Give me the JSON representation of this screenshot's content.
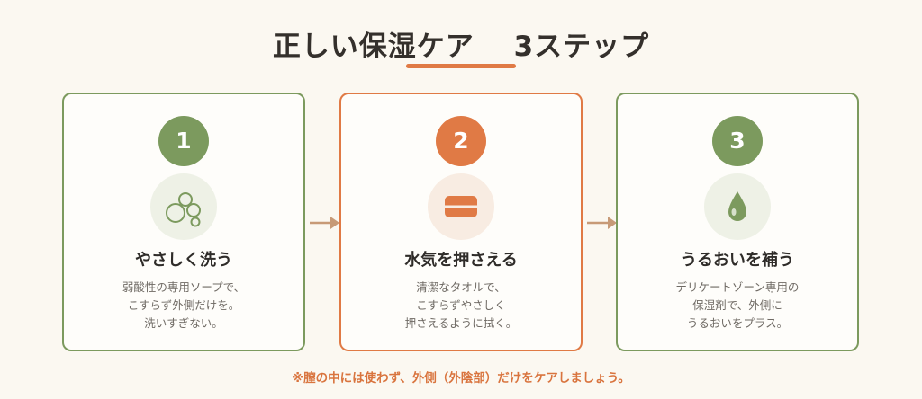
{
  "title": "正しい保湿ケア　 3ステップ",
  "colors": {
    "green": "#7c9a5e",
    "orange": "#e07a45",
    "background": "#fbf8f1"
  },
  "steps": [
    {
      "number": "1",
      "icon": "bubbles-icon",
      "title": "やさしく洗う",
      "desc": [
        "弱酸性の専用ソープで、",
        "こすらず外側だけを。",
        "洗いすぎない。"
      ]
    },
    {
      "number": "2",
      "icon": "towel-icon",
      "title": "水気を押さえる",
      "desc": [
        "清潔なタオルで、",
        "こすらずやさしく",
        "押さえるように拭く。"
      ]
    },
    {
      "number": "3",
      "icon": "droplet-icon",
      "title": "うるおいを補う",
      "desc": [
        "デリケートゾーン専用の",
        "保湿剤で、外側に",
        "うるおいをプラス。"
      ]
    }
  ],
  "note": "※膣の中には使わず、外側（外陰部）だけをケアしましょう。"
}
